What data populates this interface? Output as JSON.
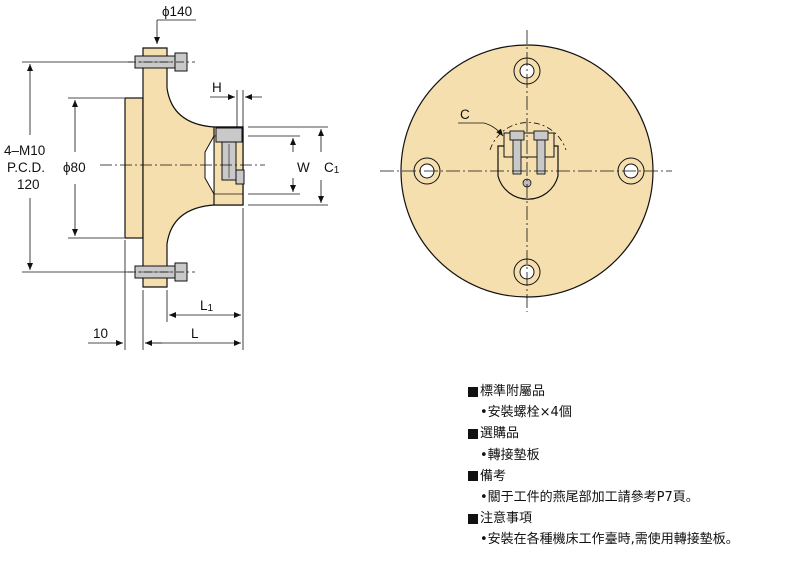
{
  "dimensions": {
    "phi140": "ϕ140",
    "thread_line1": "4‒M10",
    "thread_line2": "P.C.D.",
    "thread_line3": "120",
    "phi80": "ϕ80",
    "H": "H",
    "W": "W",
    "C1_main": "C",
    "C1_sub": "1",
    "L1_main": "L",
    "L1_sub": "1",
    "L": "L",
    "ten": "10",
    "C": "C"
  },
  "notes": [
    {
      "heading": "標準附屬品",
      "items": [
        "•安裝螺栓×4個"
      ]
    },
    {
      "heading": "選購品",
      "items": [
        "•轉接墊板"
      ]
    },
    {
      "heading": "備考",
      "items": [
        "•關于工件的燕尾部加工請參考P7頁。"
      ]
    },
    {
      "heading": "注意事項",
      "items": [
        "•安裝在各種機床工作臺時,需使用轉接墊板。"
      ]
    }
  ],
  "colors": {
    "part_fill": "#f5dfae",
    "bolt_fill": "#c9c9c9",
    "line": "#111111"
  }
}
